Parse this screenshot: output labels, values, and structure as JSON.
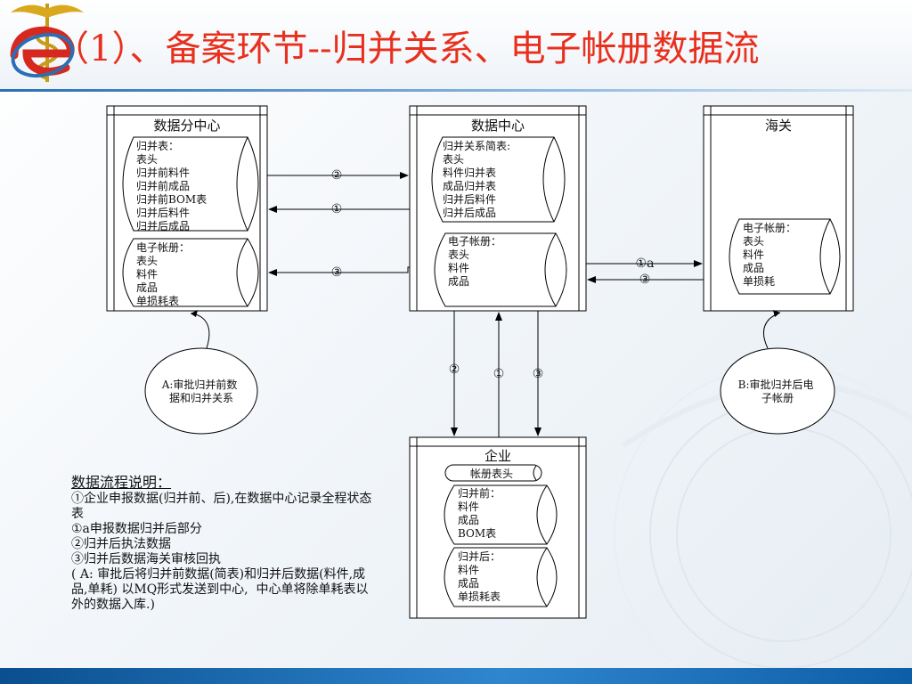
{
  "title": "（1）、备案环节--归并关系、电子帐册数据流",
  "boxes": {
    "fen": {
      "title": "数据分中心",
      "drum1": [
        "归并表：",
        "表头",
        "归并前料件",
        "归并前成品",
        "归并前BOM表",
        "归并后料件",
        "归并后成品"
      ],
      "drum2": [
        "电子帐册：",
        "表头",
        "料件",
        "成品",
        "单损耗表"
      ]
    },
    "center": {
      "title": "数据中心",
      "drum1": [
        "归并关系简表:",
        "表头",
        "料件归并表",
        "成品归并表",
        "归并后料件",
        "归并后成品"
      ],
      "drum2": [
        "电子帐册：",
        "表头",
        "料件",
        "成品"
      ]
    },
    "customs": {
      "title": "海关",
      "drum1": [
        "电子帐册：",
        "表头",
        "料件",
        "成品",
        "单损耗"
      ]
    },
    "enterprise": {
      "title": "企业",
      "pill": "帐册表头",
      "drum1": [
        "归并前：",
        "料件",
        "成品",
        "BOM表"
      ],
      "drum2": [
        "归并后：",
        "料件",
        "成品",
        "单损耗表"
      ]
    }
  },
  "arrow_labels": {
    "fen_center_top": "②",
    "fen_center_mid": "①",
    "fen_center_bot": "③",
    "center_customs_top": "①a",
    "center_customs_bot": "③",
    "down_left": "②",
    "up_mid": "①",
    "down_right": "③"
  },
  "callouts": {
    "a": [
      "A:审批归并前数",
      "据和归并关系"
    ],
    "b": [
      "B:审批归并后电",
      "子帐册"
    ]
  },
  "notes": {
    "heading": "数据流程说明：",
    "lines": [
      "①企业申报数据(归并前、后),在数据中心记录全程状态表",
      "①a申报数据归并后部分",
      "②归并后执法数据",
      "③归并后数据海关审核回执",
      "( A: 审批后将归并前数据(简表)和归并后数据(料件,成品,单耗) 以MQ形式发送到中心,  中心单将除单耗表以外的数据入库.)"
    ]
  },
  "icons": {
    "logo": "customs-emblem-logo"
  },
  "colors": {
    "title": "#e8301e",
    "footer": "#1f6fb8",
    "line": "#000000"
  }
}
